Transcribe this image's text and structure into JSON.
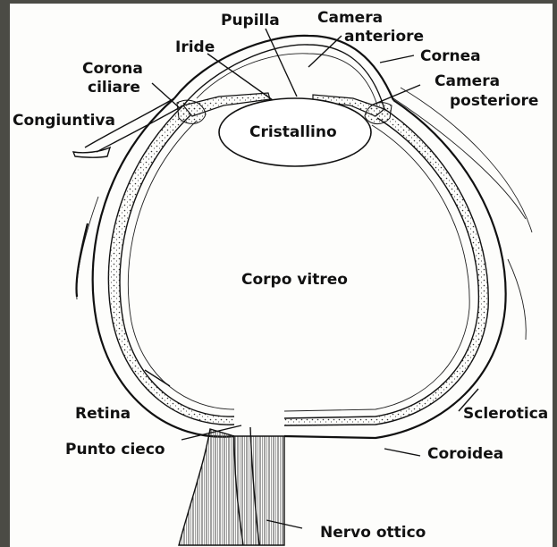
{
  "labels": {
    "pupilla": "Pupilla",
    "camera_anteriore_1": "Camera",
    "camera_anteriore_2": "anteriore",
    "iride": "Iride",
    "cornea": "Cornea",
    "corona_ciliare_1": "Corona",
    "corona_ciliare_2": "ciliare",
    "camera_posteriore_1": "Camera",
    "camera_posteriore_2": "posteriore",
    "congiuntiva": "Congiuntiva",
    "cristallino": "Cristallino",
    "corpo_vitreo": "Corpo vitreo",
    "retina": "Retina",
    "sclerotica": "Sclerotica",
    "punto_cieco": "Punto cieco",
    "coroidea": "Coroidea",
    "nervo_ottico": "Nervo ottico"
  },
  "colors": {
    "frame": "#4b4b45",
    "paper": "#fdfdfb",
    "ink": "#111111"
  }
}
